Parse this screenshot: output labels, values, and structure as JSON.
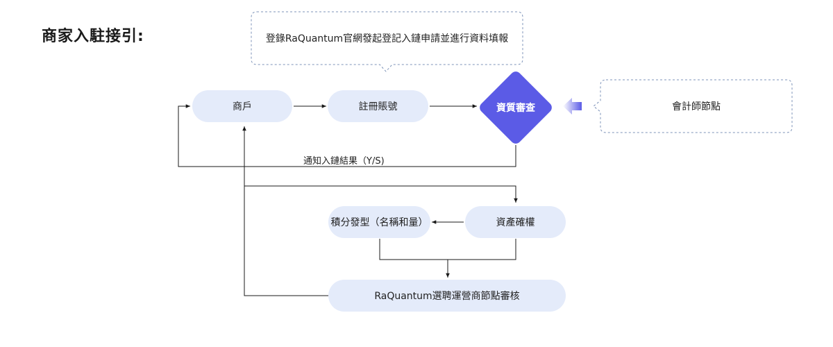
{
  "title": "商家入駐接引:",
  "callout_top": "登錄RaQuantum官網發起登記入鏈申請並進行資料填報",
  "callout_right": "會計師節點",
  "nodes": {
    "merchant": "商戶",
    "register": "註冊賬號",
    "review": "資質審查",
    "asset_confirm": "資產確權",
    "points_issue": "積分發型（名稱和量）",
    "node_review": "RaQuantum選聘運營商節點審核"
  },
  "edges": {
    "notify": "通知入鏈結果（Y/S)"
  },
  "colors": {
    "pill": "#e4ebfa",
    "diamond": "#5b5be6",
    "line": "#1a1a1a",
    "dashed": "#7d93b8"
  }
}
